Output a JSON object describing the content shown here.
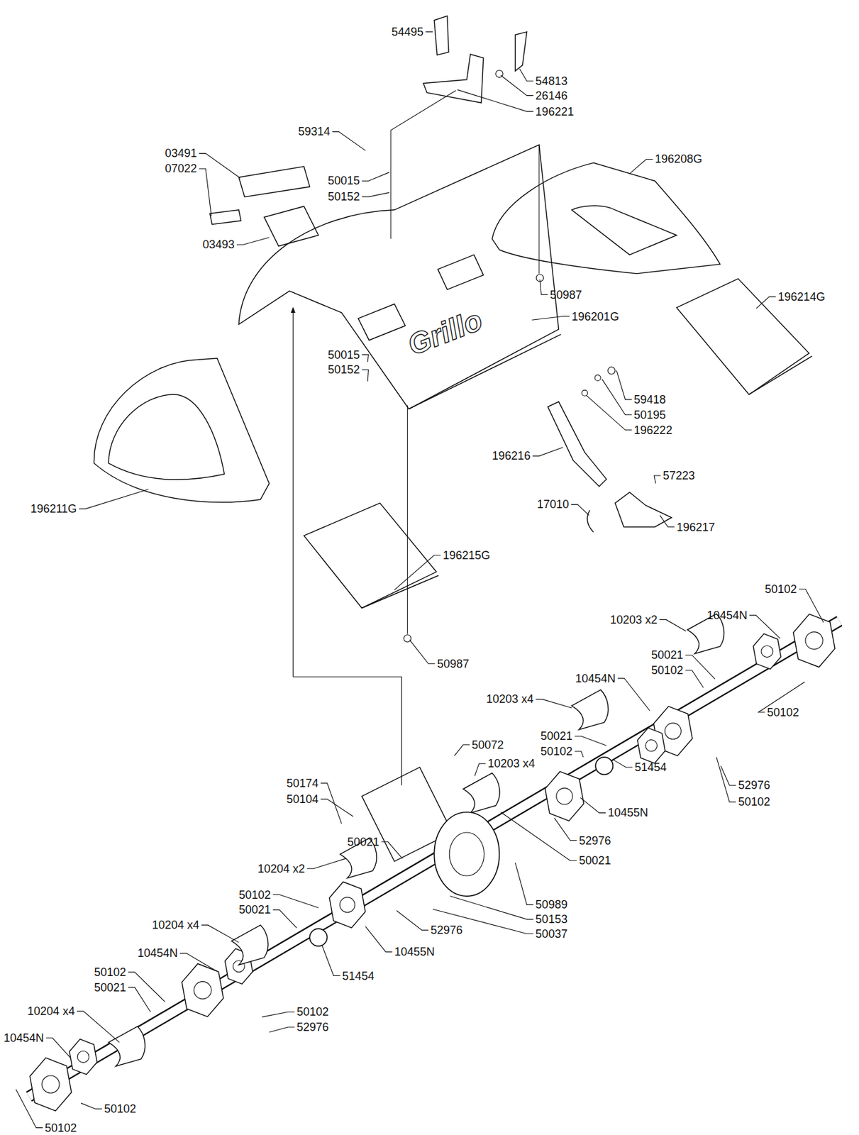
{
  "diagram": {
    "labels": [
      "54495",
      "54813",
      "26146",
      "196221",
      "59314",
      "196208G",
      "03491",
      "07022",
      "50015",
      "50152",
      "03493",
      "50987",
      "196214G",
      "196201G",
      "Grillo",
      "50015",
      "50152",
      "59418",
      "50195",
      "196222",
      "196216",
      "57223",
      "196211G",
      "17010",
      "196217",
      "196215G",
      "50102",
      "10203 x2",
      "10454N",
      "50021",
      "50102",
      "50987",
      "10454N",
      "10203 x4",
      "50102",
      "50072",
      "50021",
      "50102",
      "10203 x4",
      "50174",
      "50104",
      "52976",
      "50102",
      "10455N",
      "52976",
      "51454",
      "50021",
      "50021",
      "10204 x2",
      "50989",
      "50153",
      "50037",
      "50102",
      "50021",
      "52976",
      "10204 x4",
      "10455N",
      "10454N",
      "51454",
      "50102",
      "50021",
      "10204 x4",
      "50102",
      "52976",
      "10454N",
      "50102",
      "50102"
    ]
  }
}
